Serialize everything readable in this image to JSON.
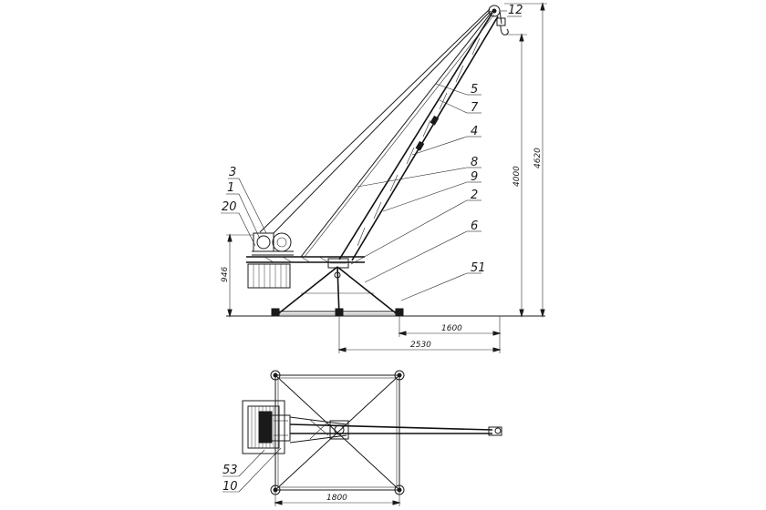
{
  "callouts": {
    "c12": "12",
    "c5": "5",
    "c7": "7",
    "c4": "4",
    "c8": "8",
    "c9": "9",
    "c2": "2",
    "c6": "6",
    "c51": "51",
    "c3": "3",
    "c1": "1",
    "c20": "20",
    "c53": "53",
    "c10": "10"
  },
  "dimensions": {
    "height_total": "4620",
    "height_lift": "4000",
    "base_height": "946",
    "reach_1600": "1600",
    "reach_2530": "2530",
    "base_width": "1800"
  }
}
